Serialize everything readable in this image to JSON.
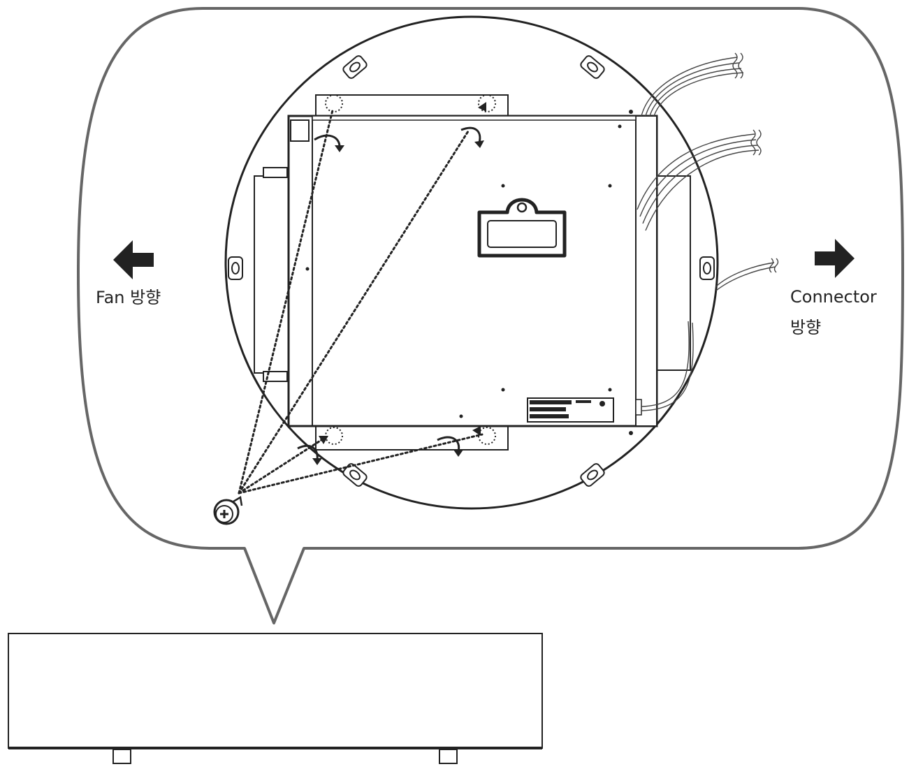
{
  "labels": {
    "fan_direction": "Fan 방향",
    "connector_line1": "Connector",
    "connector_line2": "방향"
  },
  "icons": {
    "left_arrow": "left-arrow-icon",
    "right_arrow": "right-arrow-icon",
    "screw": "screw-icon"
  },
  "colors": {
    "line": "#222222",
    "callout_border": "#666666",
    "background": "#ffffff"
  }
}
